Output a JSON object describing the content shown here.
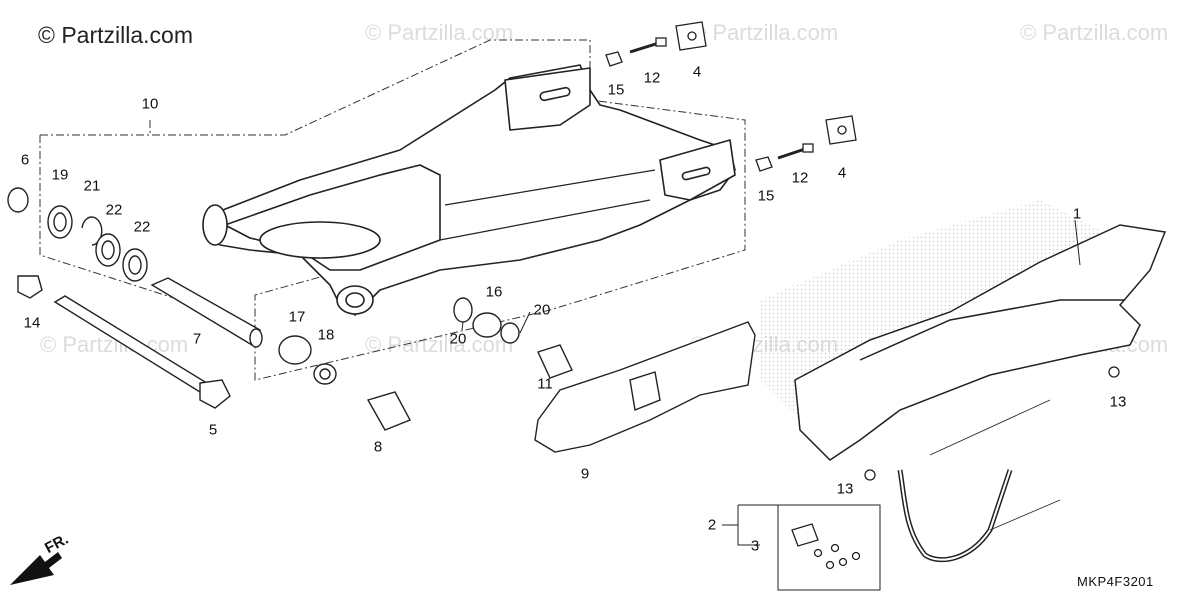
{
  "brand": "© Partzilla.com",
  "watermark": "© Partzilla.com",
  "diagram_code": "MKP4F3201",
  "direction_label": "FR.",
  "callouts": [
    {
      "id": "c1",
      "label": "1"
    },
    {
      "id": "c2",
      "label": "2"
    },
    {
      "id": "c3",
      "label": "3"
    },
    {
      "id": "c4a",
      "label": "4"
    },
    {
      "id": "c4b",
      "label": "4"
    },
    {
      "id": "c5",
      "label": "5"
    },
    {
      "id": "c6",
      "label": "6"
    },
    {
      "id": "c7",
      "label": "7"
    },
    {
      "id": "c8",
      "label": "8"
    },
    {
      "id": "c9",
      "label": "9"
    },
    {
      "id": "c10",
      "label": "10"
    },
    {
      "id": "c11",
      "label": "11"
    },
    {
      "id": "c12a",
      "label": "12"
    },
    {
      "id": "c12b",
      "label": "12"
    },
    {
      "id": "c13a",
      "label": "13"
    },
    {
      "id": "c13b",
      "label": "13"
    },
    {
      "id": "c14",
      "label": "14"
    },
    {
      "id": "c15a",
      "label": "15"
    },
    {
      "id": "c15b",
      "label": "15"
    },
    {
      "id": "c16",
      "label": "16"
    },
    {
      "id": "c17",
      "label": "17"
    },
    {
      "id": "c18",
      "label": "18"
    },
    {
      "id": "c19",
      "label": "19"
    },
    {
      "id": "c20a",
      "label": "20"
    },
    {
      "id": "c20b",
      "label": "20"
    },
    {
      "id": "c21",
      "label": "21"
    },
    {
      "id": "c22a",
      "label": "22"
    },
    {
      "id": "c22b",
      "label": "22"
    }
  ]
}
